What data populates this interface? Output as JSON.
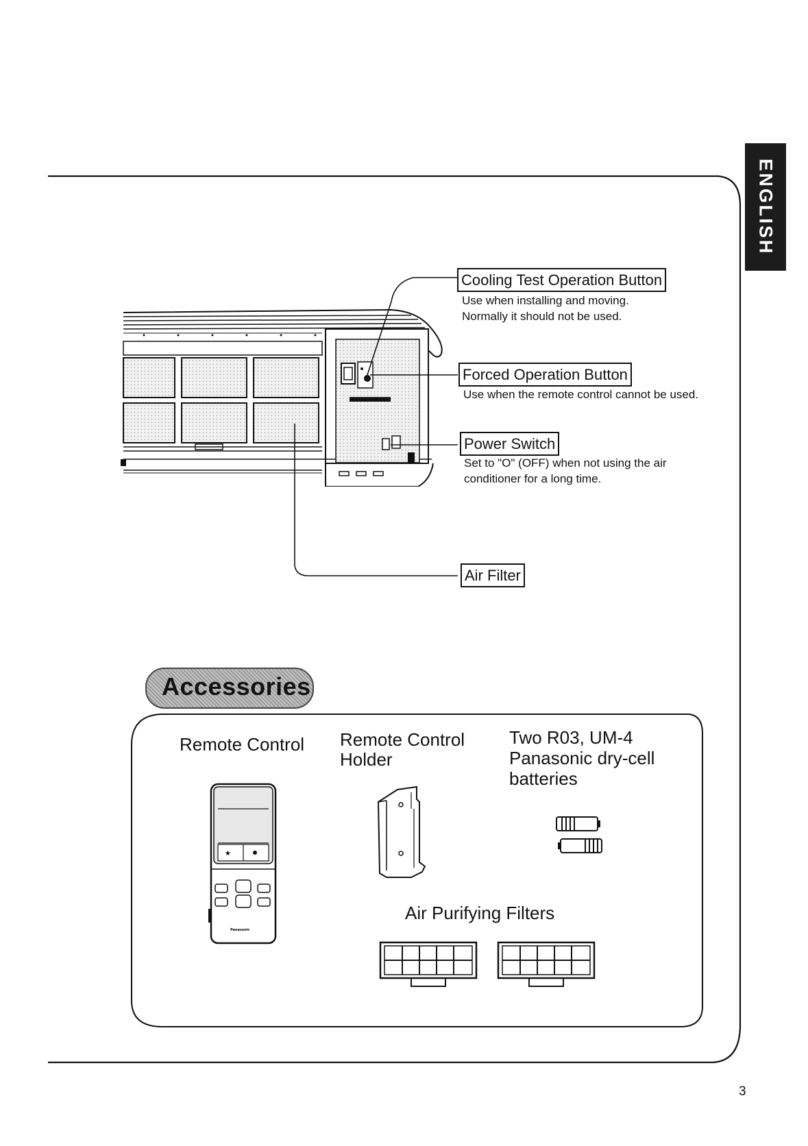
{
  "language_tab": "ENGLISH",
  "callouts": {
    "cooling_test": {
      "title": "Cooling Test Operation Button",
      "desc_line1": "Use when installing and moving.",
      "desc_line2": "Normally it should not be used."
    },
    "forced_operation": {
      "title": "Forced Operation Button",
      "desc_line1": "Use when the remote control cannot be used."
    },
    "power_switch": {
      "title": "Power Switch",
      "desc_line1": "Set to \"O\" (OFF) when not using the air",
      "desc_line2": "conditioner for a long time."
    },
    "air_filter": {
      "title": "Air Filter"
    }
  },
  "accessories": {
    "heading": "Accessories",
    "remote_control": "Remote Control",
    "holder_line1": "Remote Control",
    "holder_line2": "Holder",
    "batteries_line1": "Two R03, UM-4",
    "batteries_line2": "Panasonic dry-cell",
    "batteries_line3": "batteries",
    "purifying_filters": "Air Purifying Filters",
    "remote_brand": "Panasonic"
  },
  "page_number": "3"
}
